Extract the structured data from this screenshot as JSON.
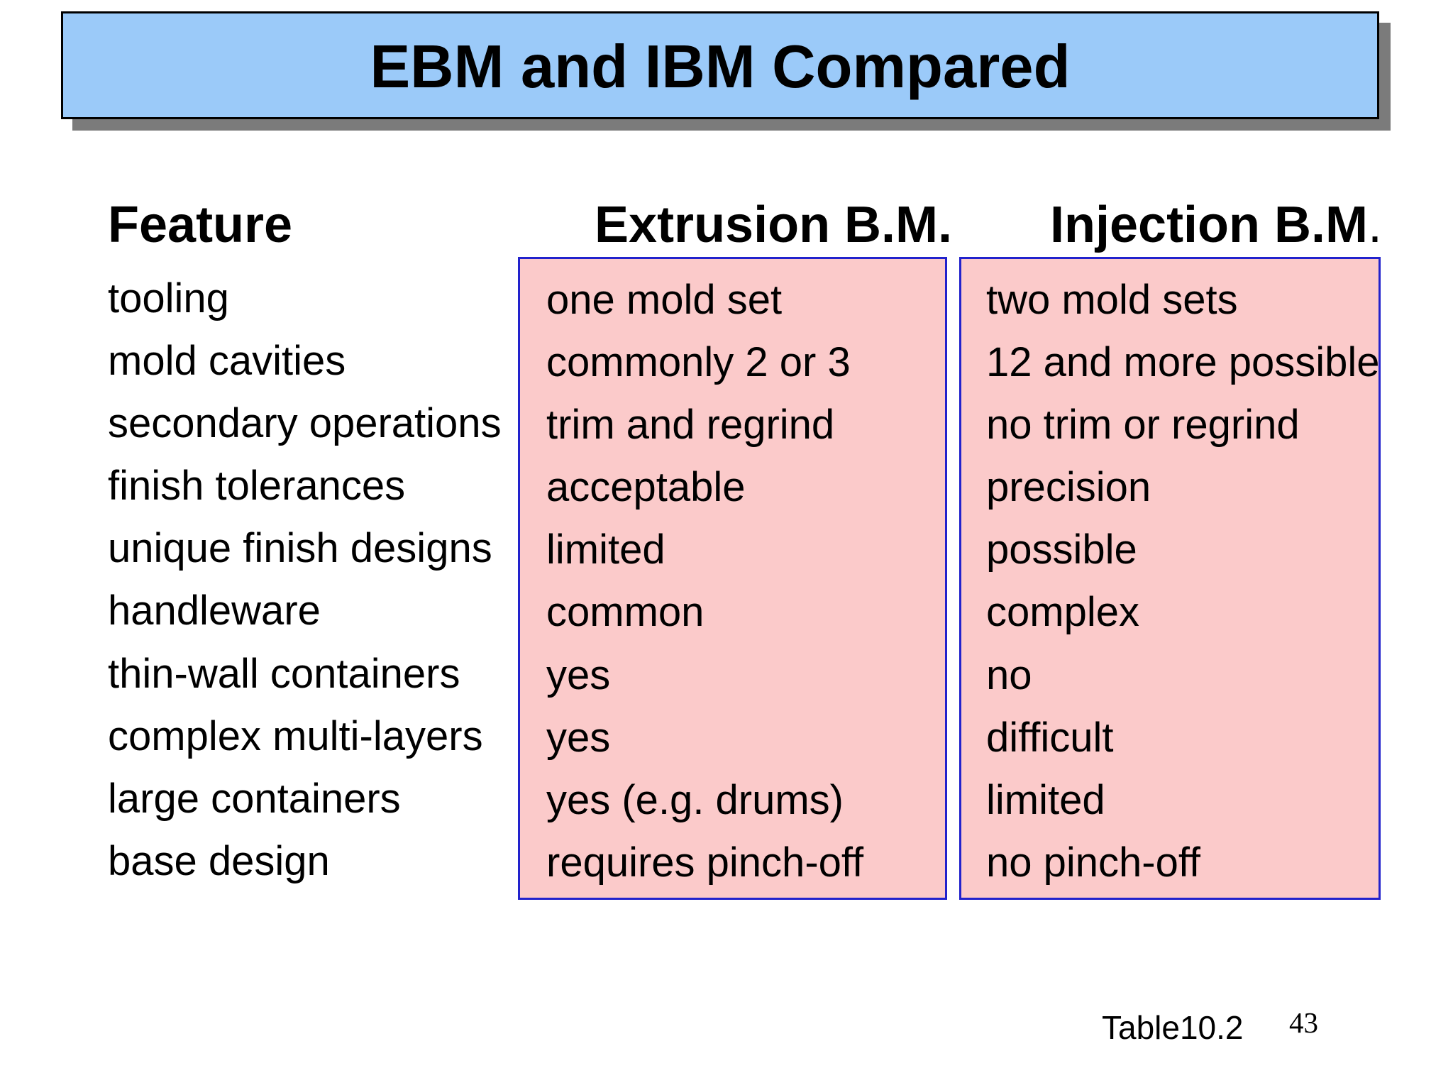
{
  "slide": {
    "title": "EBM and IBM Compared",
    "columns": {
      "feature": "Feature",
      "ebm": "Extrusion B.M.",
      "ibm_bold": "Injection B.M",
      "ibm_period": "."
    },
    "rows": [
      {
        "feature": "tooling",
        "ebm": "one mold set",
        "ibm": "two mold sets"
      },
      {
        "feature": "mold cavities",
        "ebm": "commonly 2 or 3",
        "ibm": "12 and more possible"
      },
      {
        "feature": "secondary operations",
        "ebm": "trim and regrind",
        "ibm": "no trim or regrind"
      },
      {
        "feature": "finish tolerances",
        "ebm": "acceptable",
        "ibm": "precision"
      },
      {
        "feature": "unique finish designs",
        "ebm": "limited",
        "ibm": "possible"
      },
      {
        "feature": "handleware",
        "ebm": "common",
        "ibm": "complex"
      },
      {
        "feature": "thin-wall containers",
        "ebm": "yes",
        "ibm": "no"
      },
      {
        "feature": "complex multi-layers",
        "ebm": "yes",
        "ibm": "difficult"
      },
      {
        "feature": "large containers",
        "ebm": "yes (e.g. drums)",
        "ibm": "limited"
      },
      {
        "feature": "base design",
        "ebm": "requires pinch-off",
        "ibm": "no pinch-off"
      }
    ],
    "footer": {
      "table_label": "Table10.2",
      "page_number": "43"
    },
    "colors": {
      "title_bg": "#9bcaf9",
      "title_border": "#000000",
      "title_shadow": "#7b7b7b",
      "box_bg": "#fbcaca",
      "box_border": "#2222cc",
      "text": "#000000"
    }
  }
}
